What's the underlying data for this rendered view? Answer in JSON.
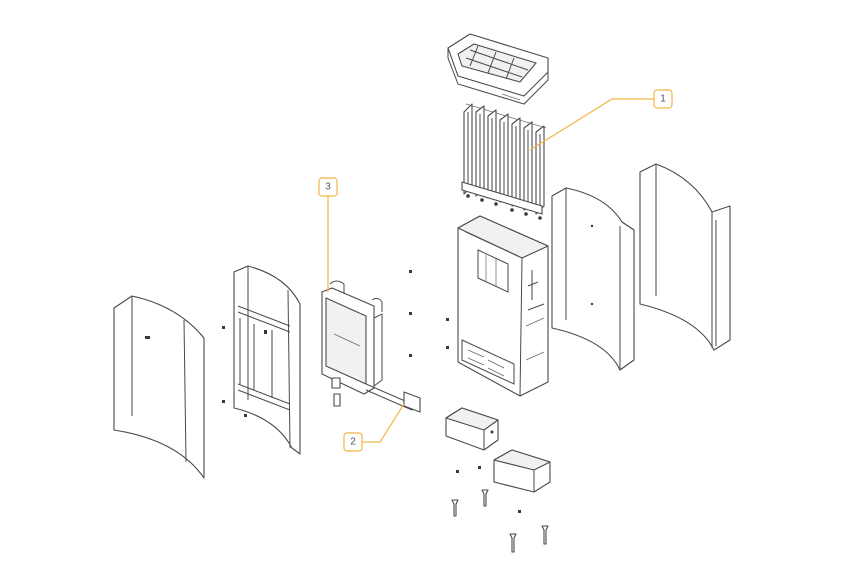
{
  "accent_color": "#f2b545",
  "callouts": [
    {
      "label": "1"
    },
    {
      "label": "2"
    },
    {
      "label": "3"
    }
  ]
}
